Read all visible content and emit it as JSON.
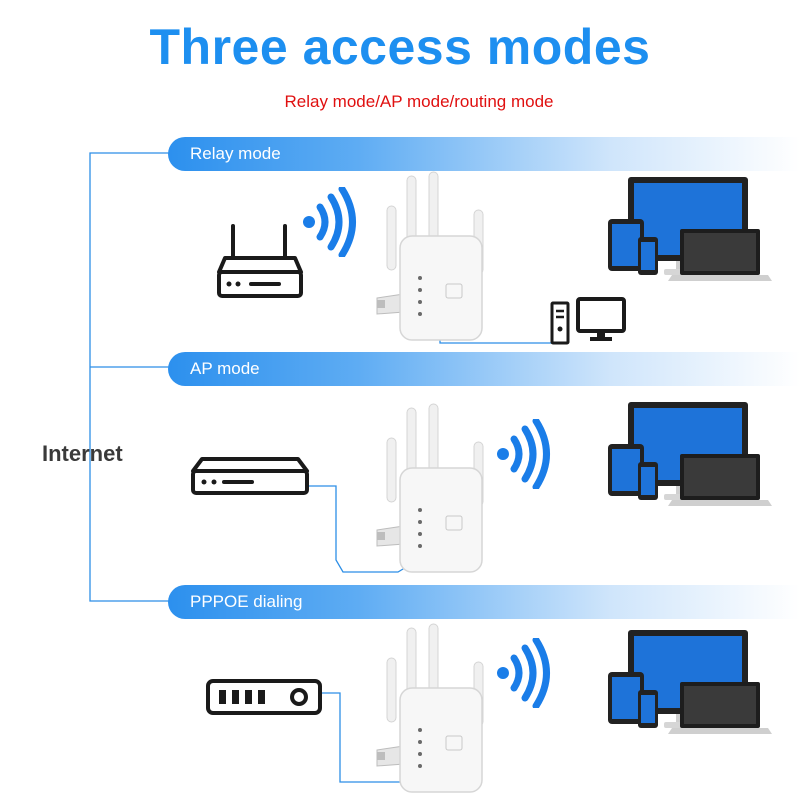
{
  "header": {
    "title": "Three access modes",
    "subtitle": "Relay mode/AP mode/routing mode"
  },
  "side_label": "Internet",
  "modes": [
    {
      "label": "Relay mode"
    },
    {
      "label": "AP mode"
    },
    {
      "label": "PPPOE dialing"
    }
  ],
  "colors": {
    "accent": "#1d8ff0",
    "subtitle": "#e01010",
    "line": "#2c8ee6",
    "wifi": "#1a7de8",
    "screen": "#1e73d9"
  },
  "icons": [
    "router-icon",
    "wifi-signal-icon",
    "extender-device",
    "desktop-pc-icon",
    "multi-device-icon",
    "switch-icon",
    "modem-icon"
  ]
}
